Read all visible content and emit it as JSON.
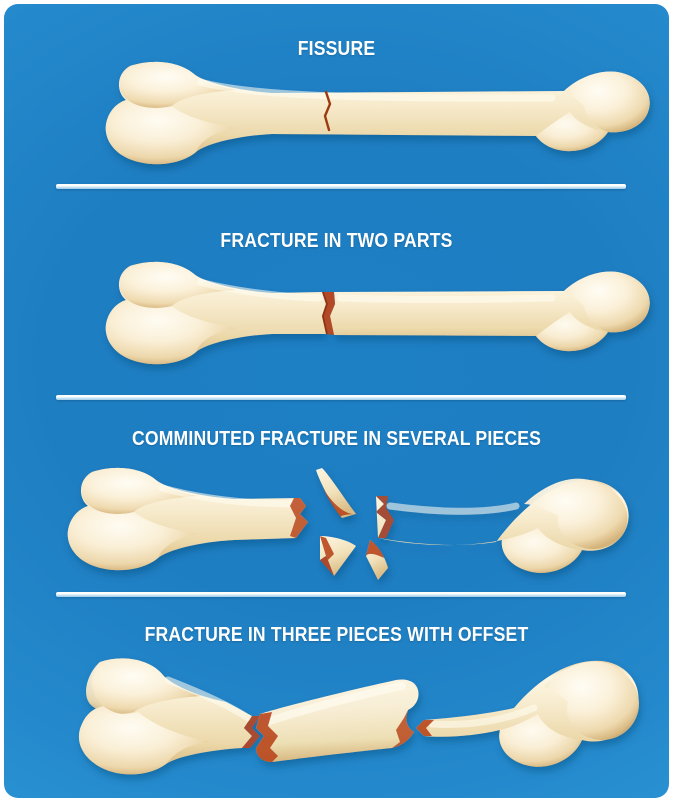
{
  "figure": {
    "subject": "bone fracture types",
    "background_color_center": "#1d7fc4",
    "background_color_edge": "#2e9cd9",
    "frame_color": "#ffffff",
    "title_color": "#ffffff",
    "divider_color": "#ffffff",
    "bone_highlight_color": "#fdf6e3",
    "bone_midtone_color": "#f0dcb0",
    "bone_shadow_color": "#d4b277",
    "fracture_line_color": "#9c3a12",
    "fracture_fill_color": "#c0451a"
  },
  "panels": [
    {
      "id": "fissure",
      "title": "FISSURE",
      "bone_pieces": 1,
      "fracture_description": "hairline crack in the mid-shaft"
    },
    {
      "id": "fracture-two-parts",
      "title": "FRACTURE IN TWO PARTS",
      "bone_pieces": 2,
      "fracture_description": "complete transverse break separating the bone into two parts"
    },
    {
      "id": "comminuted-fracture",
      "title": "COMMINUTED FRACTURE IN SEVERAL PIECES",
      "bone_pieces": 5,
      "fracture_description": "shattered mid-shaft with three loose bone fragments"
    },
    {
      "id": "fracture-three-pieces-offset",
      "title": "FRACTURE IN THREE PIECES WITH OFFSET",
      "bone_pieces": 3,
      "fracture_description": "three segments with the middle fragment displaced and rotated"
    }
  ],
  "dividers": [
    {
      "id": "divider-1"
    },
    {
      "id": "divider-2"
    },
    {
      "id": "divider-3"
    }
  ]
}
